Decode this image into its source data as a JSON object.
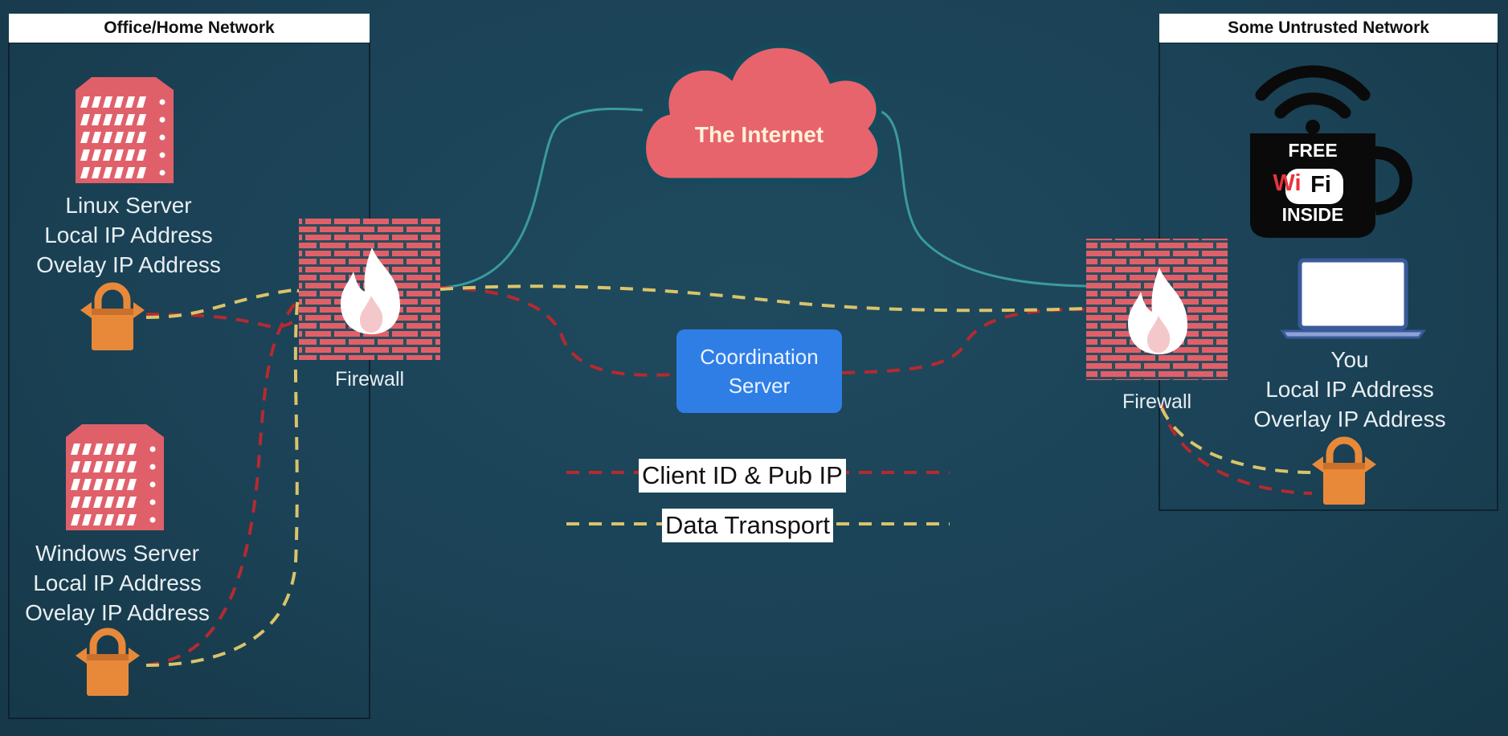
{
  "zones": {
    "left_title": "Office/Home Network",
    "right_title": "Some Untrusted Network"
  },
  "nodes": {
    "linux_server": {
      "lines": [
        "Linux Server",
        "Local IP Address",
        "Ovelay IP Address"
      ]
    },
    "windows_server": {
      "lines": [
        "Windows Server",
        "Local IP Address",
        "Ovelay IP Address"
      ]
    },
    "you": {
      "lines": [
        "You",
        "Local IP Address",
        "Overlay IP Address"
      ]
    },
    "firewall_left": "Firewall",
    "firewall_right": "Firewall",
    "internet": "The Internet",
    "coordination": [
      "Coordination",
      "Server"
    ]
  },
  "wifi_sign": {
    "top": "FREE",
    "wi": "Wi",
    "fi": "Fi",
    "bottom": "INSIDE"
  },
  "legend": {
    "client_id": "Client ID & Pub IP",
    "data_transport": "Data Transport"
  },
  "colors": {
    "background": "#1b4256",
    "client_id_line": "#b52a30",
    "data_transport_line": "#d9c46a",
    "server": "#e0606a",
    "lock": "#e8893a",
    "cloud": "#e8646c",
    "coordination": "#2f7ee6",
    "internet_link": "#3a9aa0"
  },
  "icons": [
    "server-icon",
    "firewall-icon",
    "cloud-icon",
    "lock-icon",
    "wifi-icon",
    "coffee-cup-icon",
    "laptop-icon"
  ]
}
